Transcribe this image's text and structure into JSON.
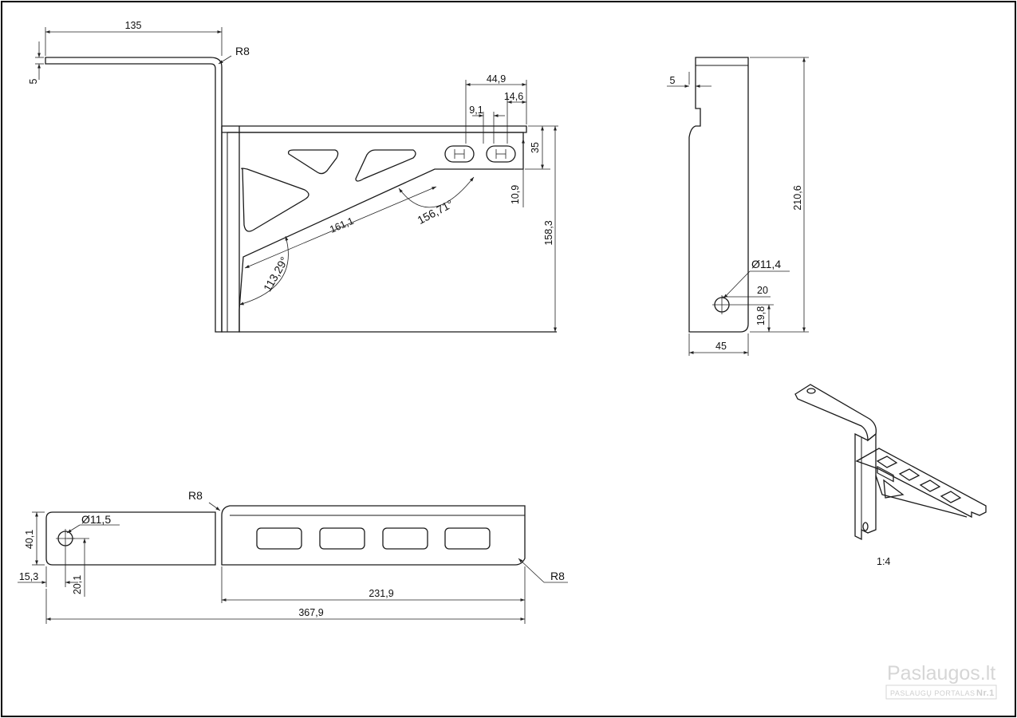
{
  "views": {
    "top": {
      "dim_width": "135",
      "dim_thickness": "5",
      "bend_radius": "R8"
    },
    "front": {
      "slot_span": "44,9",
      "slot_pitch": "9,1",
      "slot_end": "14,6",
      "slot_height": "35",
      "slot_offset": "10,9",
      "strut_length": "161,1",
      "angle_upper": "156,71°",
      "angle_lower": "113,29°",
      "overall_height": "158,3"
    },
    "side": {
      "dim_thickness": "5",
      "overall_height": "210,6",
      "hole_diameter": "Ø11,4",
      "hole_horizontal": "20",
      "hole_vertical": "19,8",
      "width": "45"
    },
    "plan": {
      "bend_radius_left": "R8",
      "hole_diameter": "Ø11,5",
      "width": "40,1",
      "edge_offset": "15,3",
      "hole_offset": "20,1",
      "arm_length": "231,9",
      "overall_length": "367,9",
      "bend_radius_right": "R8"
    },
    "iso": {
      "scale": "1:4"
    }
  },
  "watermark": {
    "brand": "Paslaugos.lt",
    "tagline": "PASLAUGŲ PORTALAS",
    "badge": "Nr.1"
  },
  "colors": {
    "line": "#1a1a1a",
    "frame": "#000000",
    "watermark": "#d6d6d6"
  }
}
